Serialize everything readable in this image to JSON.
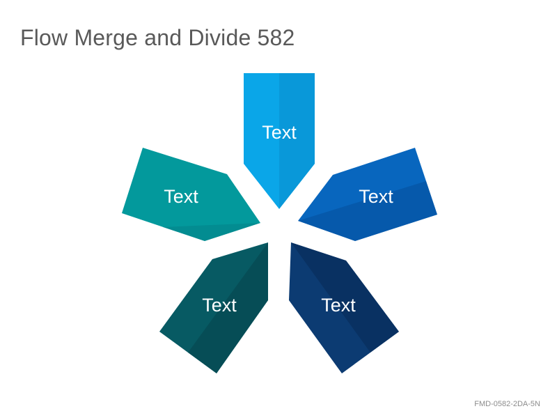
{
  "title": "Flow Merge and Divide 582",
  "petals": [
    {
      "label": "Text",
      "color": "#0aa6e8",
      "shade": "#0a8ccc"
    },
    {
      "label": "Text",
      "color": "#0866be",
      "shade": "#064f9a"
    },
    {
      "label": "Text",
      "color": "#0c3b72",
      "shade": "#082a55"
    },
    {
      "label": "Text",
      "color": "#075a63",
      "shade": "#05444c"
    },
    {
      "label": "Text",
      "color": "#03999c",
      "shade": "#038288"
    }
  ],
  "footer": "FMD-0582-2DA-5N"
}
